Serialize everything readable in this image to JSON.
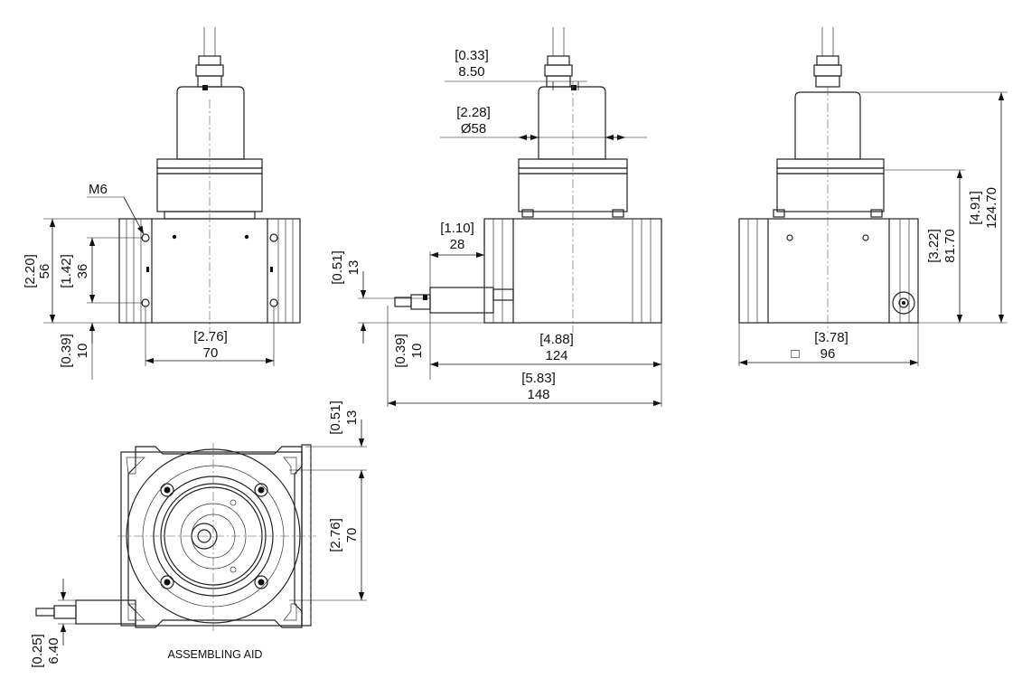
{
  "views": {
    "left": {
      "thread": "M6",
      "h_in": "[2.20]",
      "h_mm": "56",
      "hole_in": "[1.42]",
      "hole_mm": "36",
      "base_in": "[0.39]",
      "base_mm": "10",
      "w_in": "[2.76]",
      "w_mm": "70"
    },
    "middle": {
      "a_in": "[0.33]",
      "a_mm": "8.50",
      "d_in": "[2.28]",
      "d_mm": "Ø58",
      "c_in": "[1.10]",
      "c_mm": "28",
      "e_in": "[0.51]",
      "e_mm": "13",
      "f_in": "[0.39]",
      "f_mm": "10",
      "w_in": "[4.88]",
      "w_mm": "124",
      "tot_in": "[5.83]",
      "tot_mm": "148"
    },
    "right": {
      "h1_in": "[4.91]",
      "h1_mm": "124.70",
      "h2_in": "[3.22]",
      "h2_mm": "81.70",
      "w_in": "[3.78]",
      "w_mm": "96",
      "square_symbol": "□"
    },
    "bottom": {
      "t_in": "[0.51]",
      "t_mm": "13",
      "s_in": "[2.76]",
      "s_mm": "70",
      "p_in": "[0.25]",
      "p_mm": "6.40",
      "caption": "ASSEMBLING AID"
    }
  }
}
